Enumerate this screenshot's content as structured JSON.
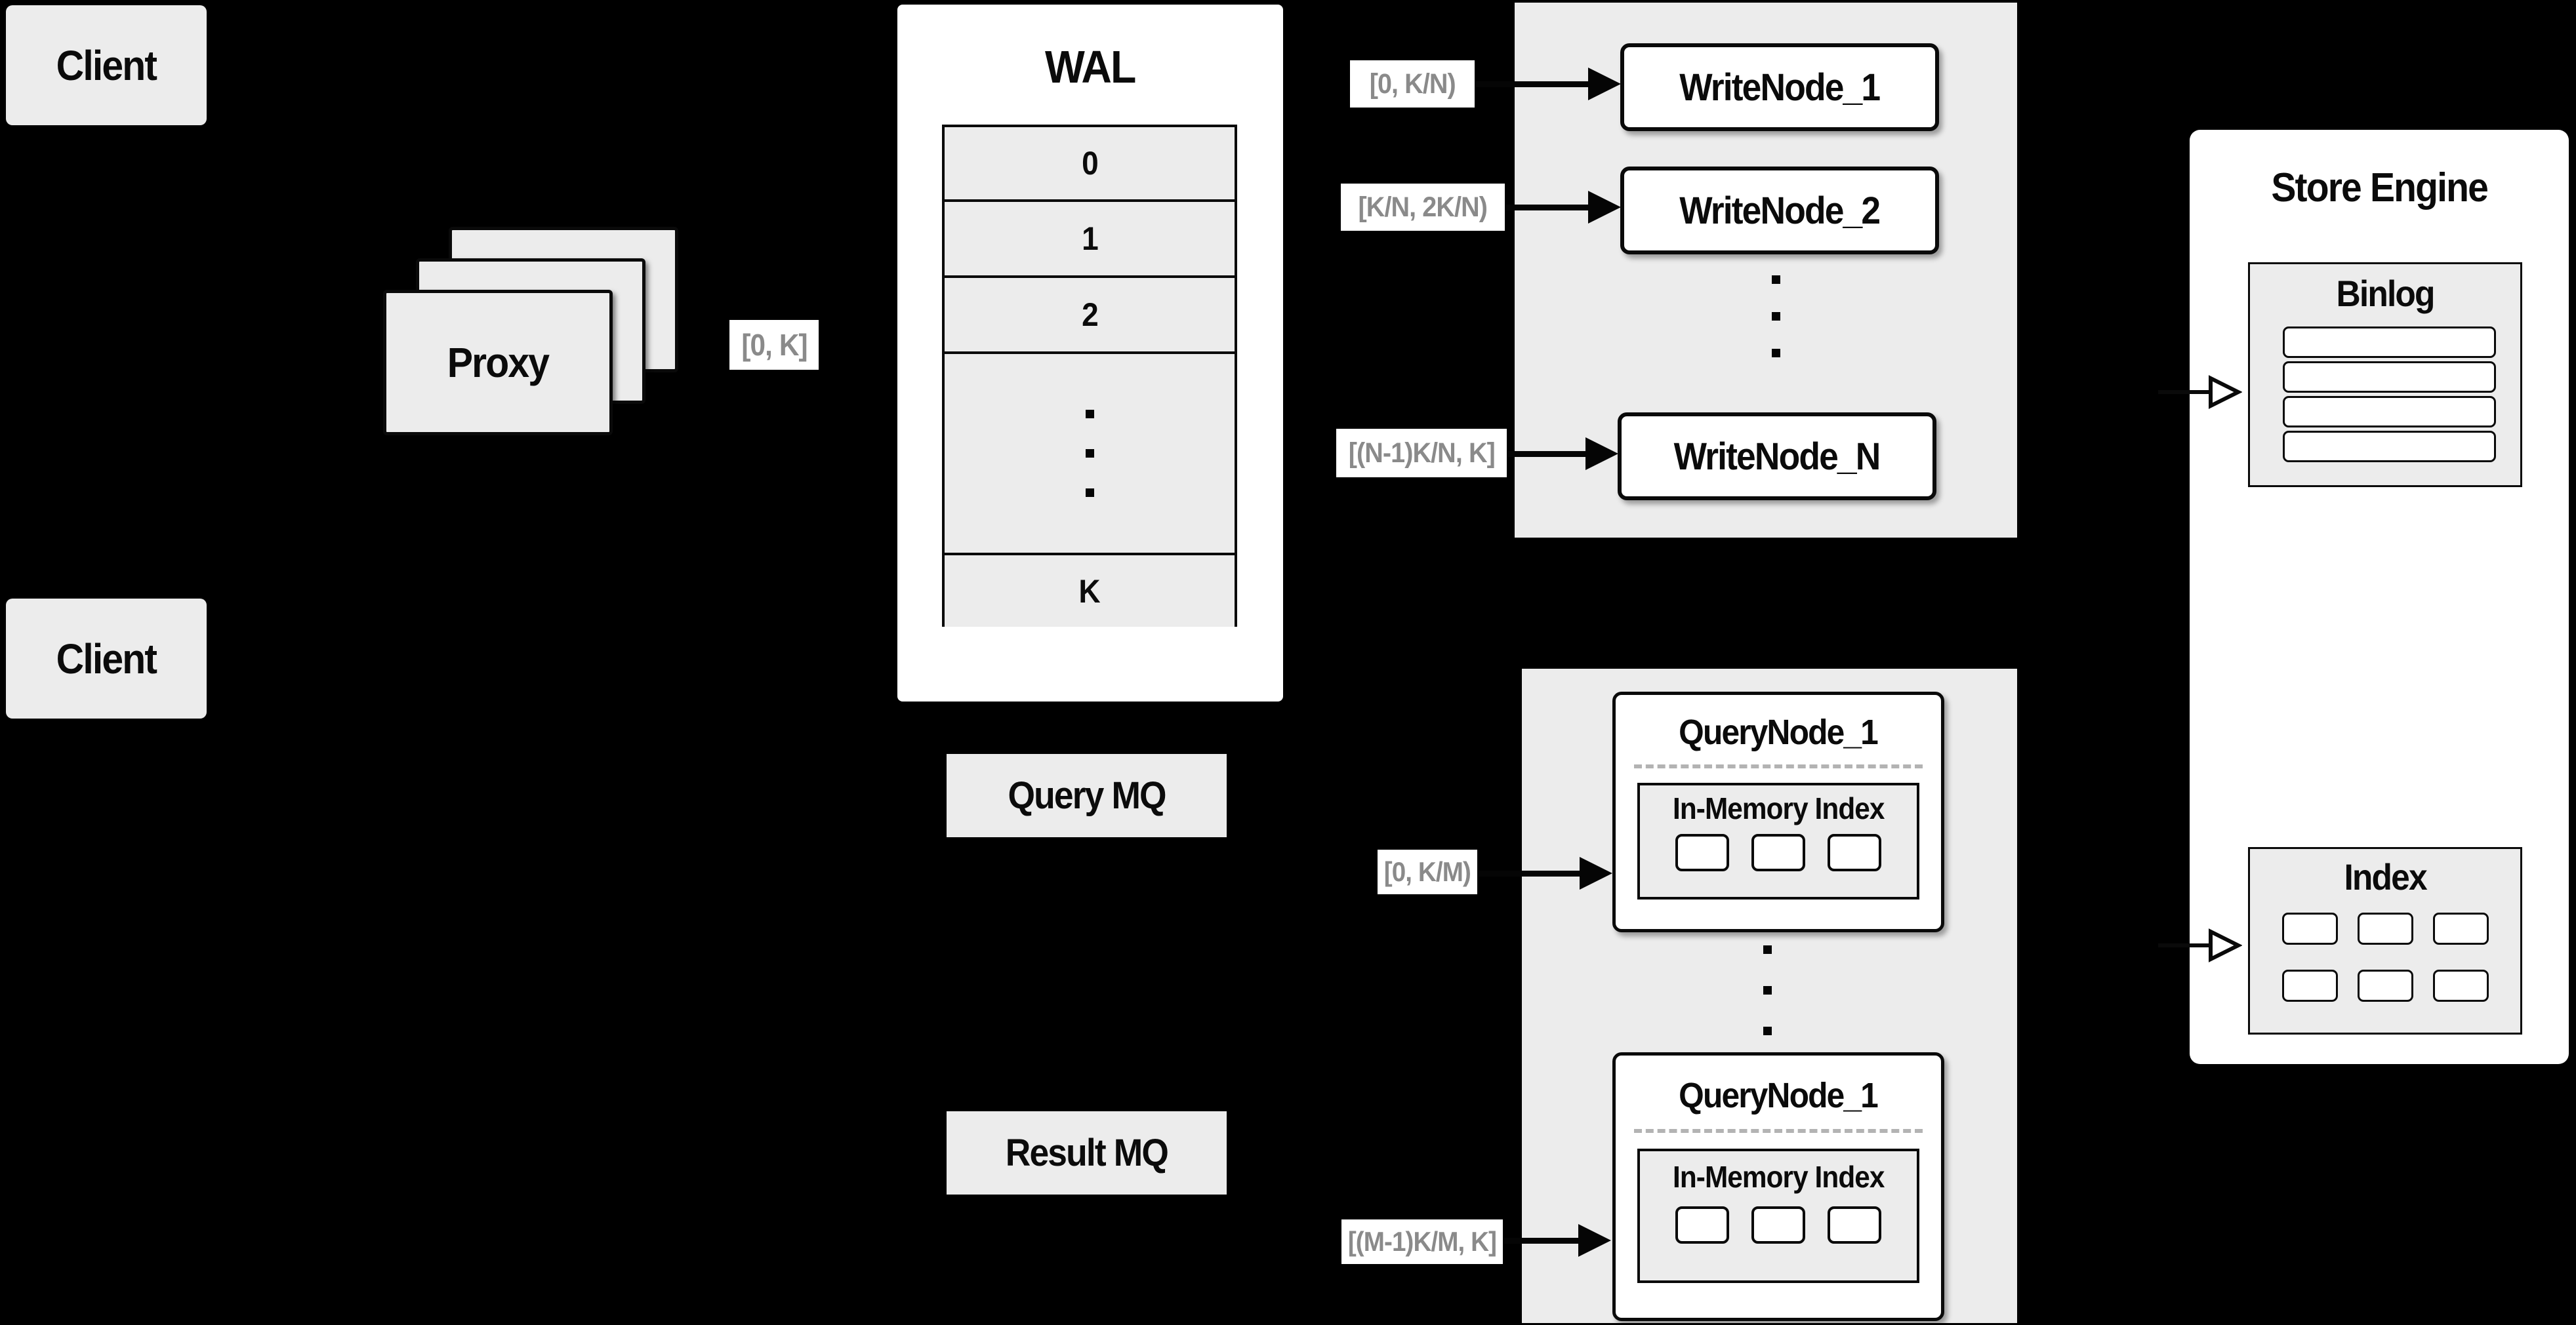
{
  "colors": {
    "background": "#000000",
    "panel_gray": "#ececec",
    "box_white": "#ffffff",
    "line_black": "#0a0a0a",
    "range_text_gray": "#8a8a8a"
  },
  "clients": {
    "top_label": "Client",
    "bottom_label": "Client"
  },
  "proxy": {
    "label": "Proxy"
  },
  "ranges": {
    "proxy_to_wal": "[0, K]",
    "write_1": "[0, K/N)",
    "write_2": "[K/N, 2K/N)",
    "write_n": "[(N-1)K/N, K]",
    "query_1": "[0, K/M)",
    "query_m": "[(M-1)K/M, K]"
  },
  "wal": {
    "title": "WAL",
    "segments": [
      "0",
      "1",
      "2",
      "K"
    ]
  },
  "write_region": {
    "nodes": [
      "WriteNode_1",
      "WriteNode_2",
      "WriteNode_N"
    ]
  },
  "store_engine": {
    "title": "Store Engine",
    "binlog_title": "Binlog",
    "index_title": "Index"
  },
  "mq": {
    "query_label": "Query MQ",
    "result_label": "Result MQ"
  },
  "query_region": {
    "node_top_title": "QueryNode_1",
    "node_bottom_title": "QueryNode_1",
    "inner_title": "In-Memory Index"
  }
}
